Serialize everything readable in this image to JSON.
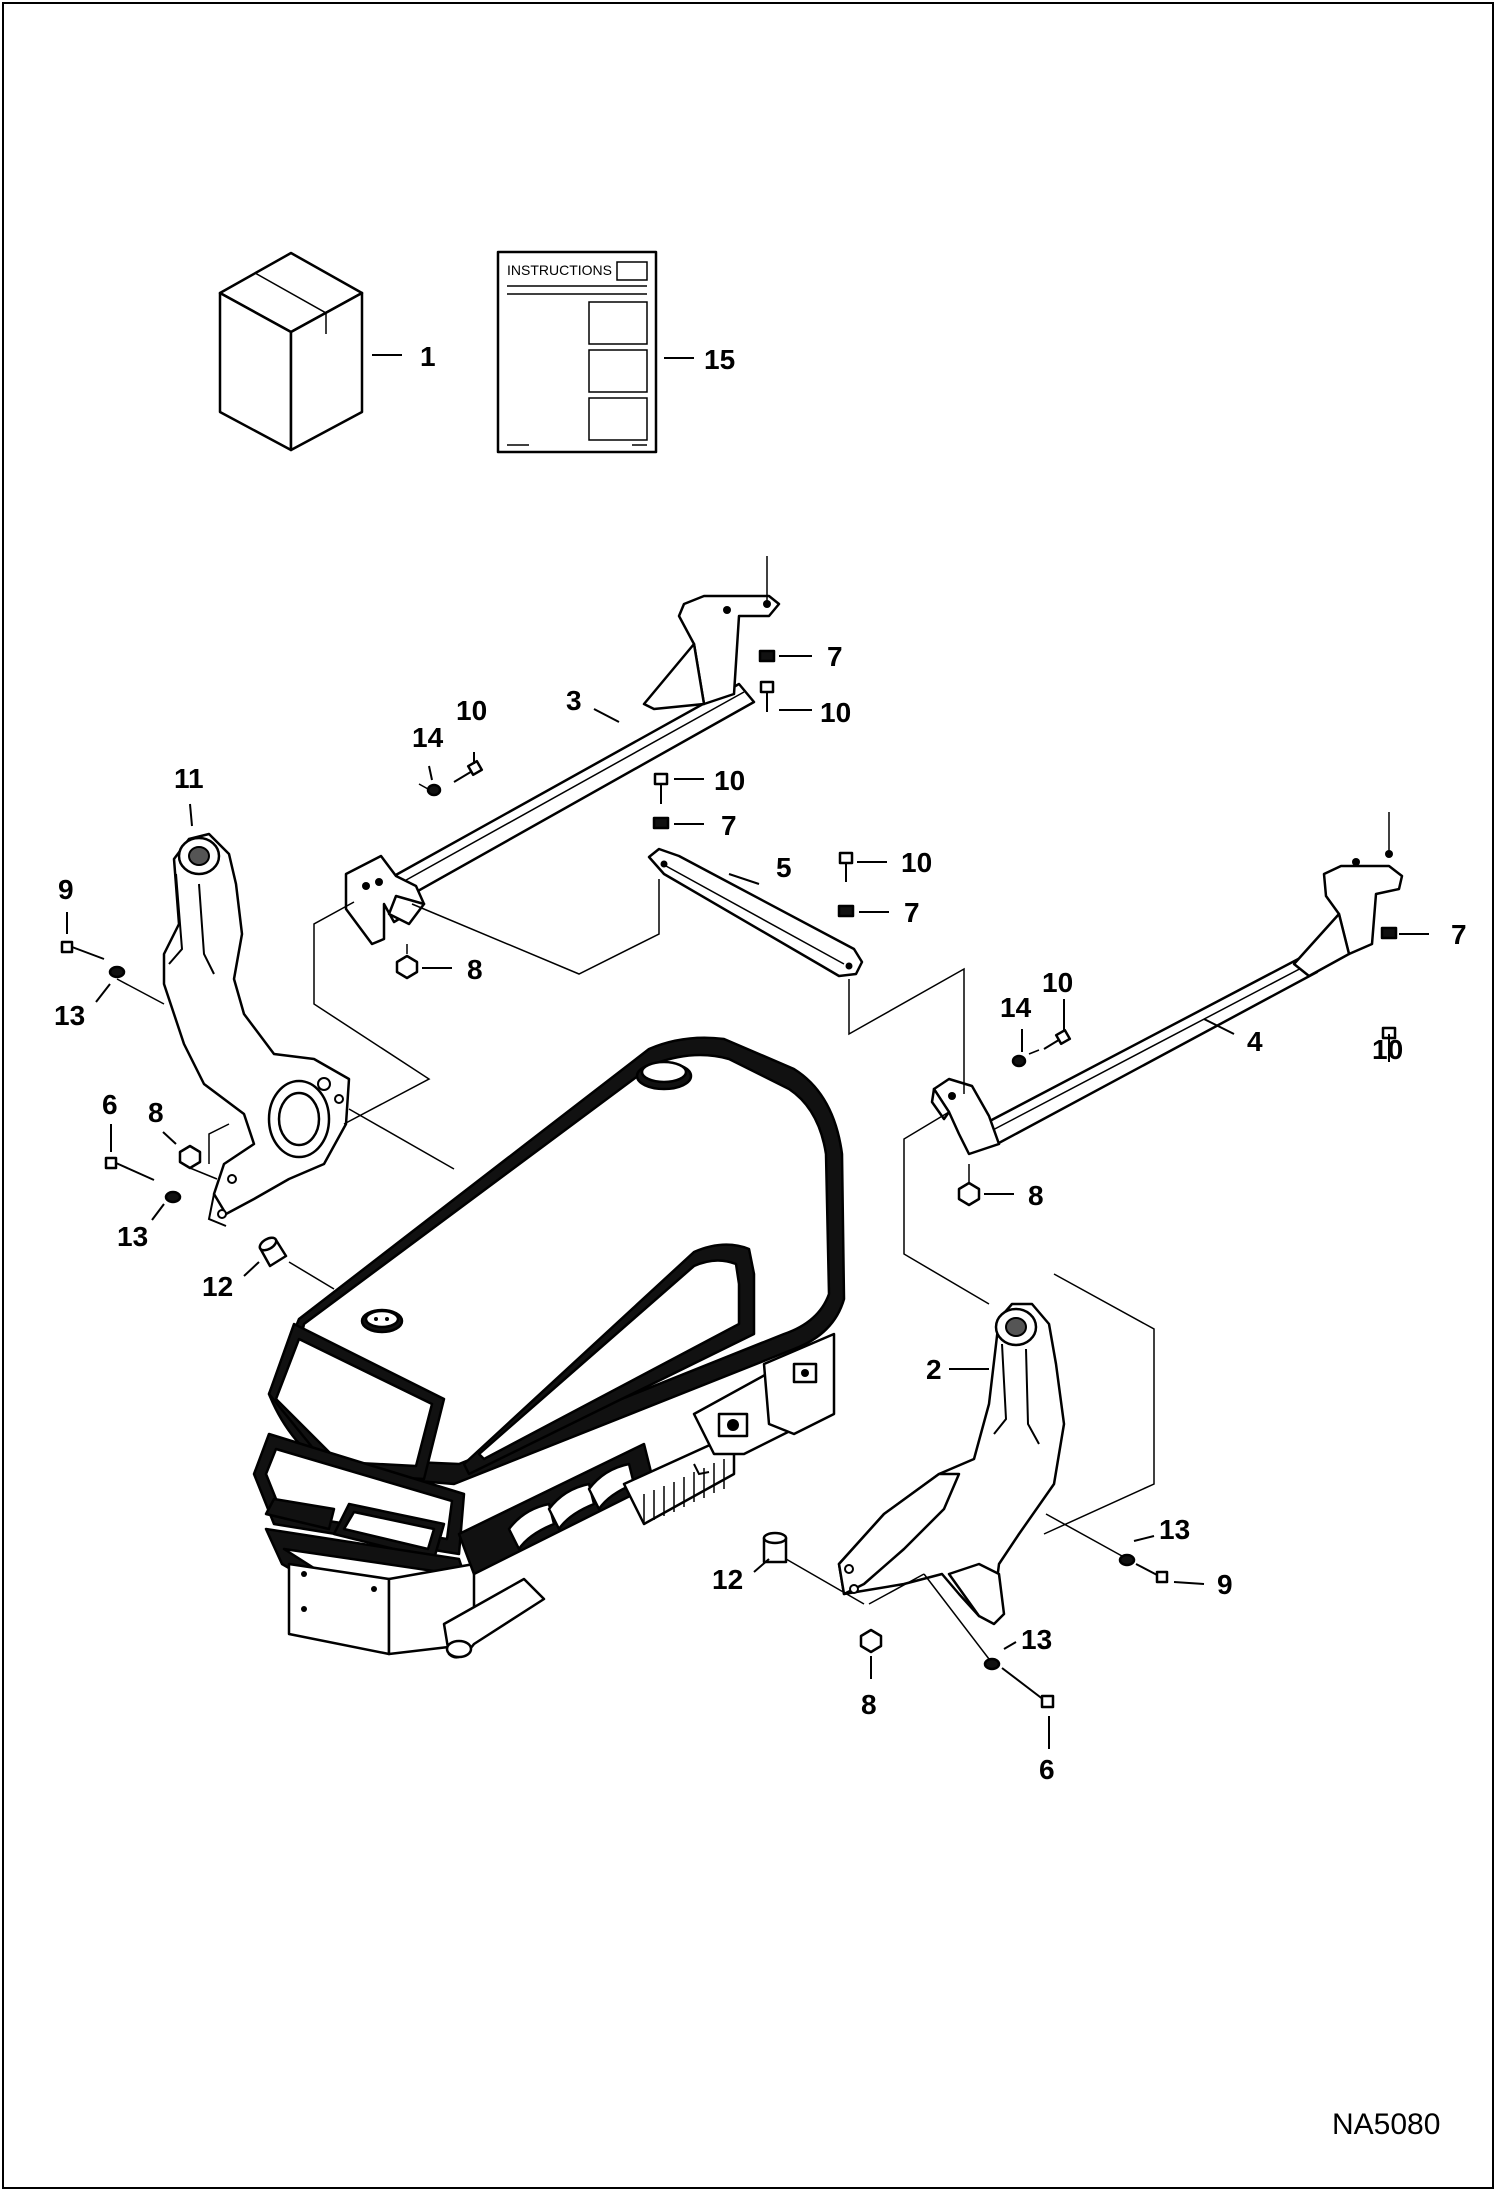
{
  "drawing": {
    "reference": "NA5080",
    "instructions_label": "INSTRUCTIONS"
  },
  "callouts": [
    {
      "id": "c1",
      "label": "1"
    },
    {
      "id": "c15",
      "label": "15"
    },
    {
      "id": "c3",
      "label": "3"
    },
    {
      "id": "c7a",
      "label": "7"
    },
    {
      "id": "c10a",
      "label": "10"
    },
    {
      "id": "c10b",
      "label": "10"
    },
    {
      "id": "c14a",
      "label": "14"
    },
    {
      "id": "c11",
      "label": "11"
    },
    {
      "id": "c10c",
      "label": "10"
    },
    {
      "id": "c7b",
      "label": "7"
    },
    {
      "id": "c10d",
      "label": "10"
    },
    {
      "id": "c5",
      "label": "5"
    },
    {
      "id": "c7c",
      "label": "7"
    },
    {
      "id": "c7d",
      "label": "7"
    },
    {
      "id": "c9a",
      "label": "9"
    },
    {
      "id": "c8a",
      "label": "8"
    },
    {
      "id": "c13a",
      "label": "13"
    },
    {
      "id": "c10e",
      "label": "10"
    },
    {
      "id": "c14b",
      "label": "14"
    },
    {
      "id": "c4",
      "label": "4"
    },
    {
      "id": "c10f",
      "label": "10"
    },
    {
      "id": "c6a",
      "label": "6"
    },
    {
      "id": "c8b",
      "label": "8"
    },
    {
      "id": "c13b",
      "label": "13"
    },
    {
      "id": "c8c",
      "label": "8"
    },
    {
      "id": "c12a",
      "label": "12"
    },
    {
      "id": "c2",
      "label": "2"
    },
    {
      "id": "c13c",
      "label": "13"
    },
    {
      "id": "c9b",
      "label": "9"
    },
    {
      "id": "c12b",
      "label": "12"
    },
    {
      "id": "c13d",
      "label": "13"
    },
    {
      "id": "c8d",
      "label": "8"
    },
    {
      "id": "c6b",
      "label": "6"
    }
  ]
}
